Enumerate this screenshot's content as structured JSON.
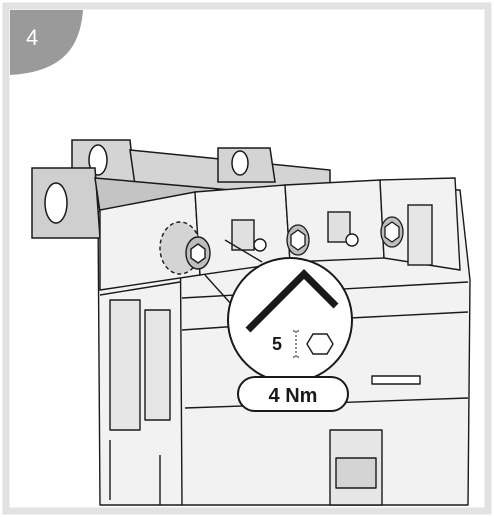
{
  "step": {
    "number": "4"
  },
  "tool": {
    "hex_key_size": "5"
  },
  "torque": {
    "value": "4 Nm"
  },
  "icons": {
    "tool": "hex-key-icon",
    "socket": "hex-socket-icon"
  },
  "colors": {
    "badge": "#9a9a9a",
    "border": "#e2e2e2",
    "part_fill": "#f2f2f2",
    "part_shade": "#d4d4d4",
    "line": "#1a1a1a"
  }
}
